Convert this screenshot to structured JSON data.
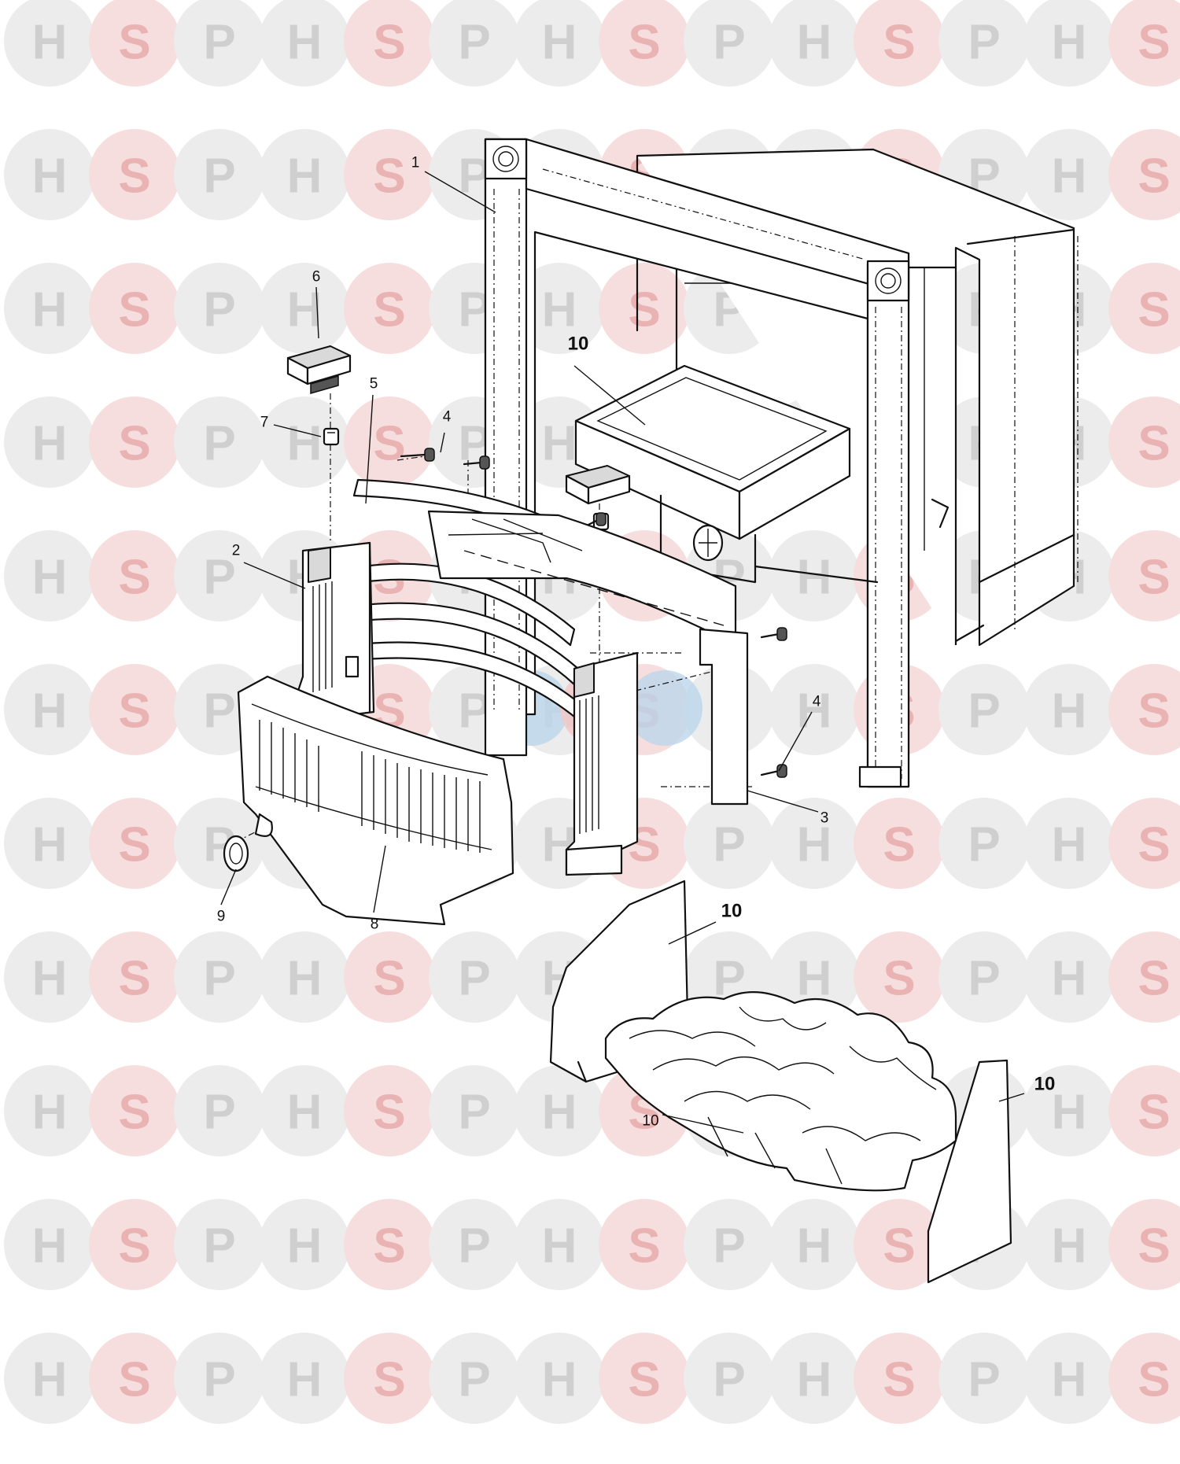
{
  "watermark": {
    "letters": [
      "H",
      "S",
      "P"
    ],
    "colors": {
      "H": "#cfcfcf",
      "S": "#e9b3b3",
      "P": "#cfcfcf",
      "circle_gray": "#ececec",
      "circle_pink": "#f7dede"
    },
    "center_logo_colors": [
      "#bcd6ea",
      "#f2c8c8",
      "#bcd6ea"
    ]
  },
  "callouts": [
    {
      "id": "c1",
      "text": "1"
    },
    {
      "id": "c2",
      "text": "2"
    },
    {
      "id": "c3",
      "text": "3"
    },
    {
      "id": "c4a",
      "text": "4"
    },
    {
      "id": "c4b",
      "text": "4"
    },
    {
      "id": "c5",
      "text": "5"
    },
    {
      "id": "c6",
      "text": "6"
    },
    {
      "id": "c7",
      "text": "7"
    },
    {
      "id": "c8",
      "text": "8"
    },
    {
      "id": "c9",
      "text": "9"
    },
    {
      "id": "c10a",
      "text": "10"
    },
    {
      "id": "c10b",
      "text": "10"
    },
    {
      "id": "c10c",
      "text": "10"
    },
    {
      "id": "c10d",
      "text": "10"
    }
  ]
}
